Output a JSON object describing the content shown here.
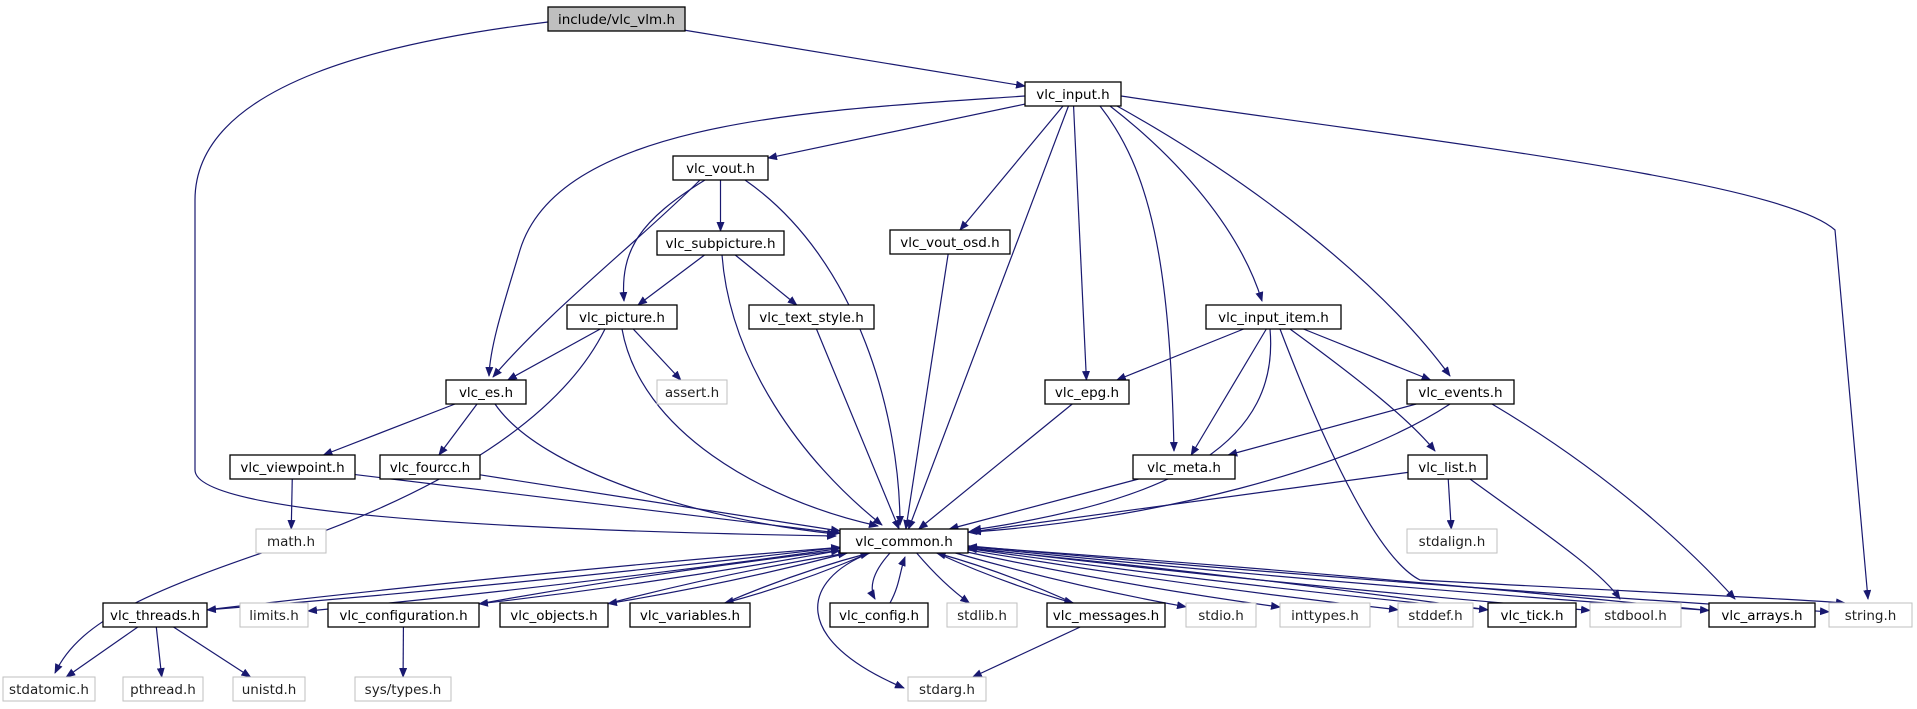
{
  "diagram": {
    "title": "",
    "colors": {
      "edge": "#191970",
      "node_border": "#000000",
      "external_border": "#bfbfbf",
      "root_fill": "#bfbfbf",
      "node_fill": "#ffffff"
    },
    "nodes": [
      {
        "id": "vlc_vlm",
        "label": "include/vlc_vlm.h",
        "kind": "root"
      },
      {
        "id": "vlc_input",
        "label": "vlc_input.h",
        "kind": "header"
      },
      {
        "id": "vlc_vout",
        "label": "vlc_vout.h",
        "kind": "header"
      },
      {
        "id": "vlc_vout_osd",
        "label": "vlc_vout_osd.h",
        "kind": "header"
      },
      {
        "id": "vlc_subpicture",
        "label": "vlc_subpicture.h",
        "kind": "header"
      },
      {
        "id": "vlc_picture",
        "label": "vlc_picture.h",
        "kind": "header"
      },
      {
        "id": "vlc_text_style",
        "label": "vlc_text_style.h",
        "kind": "header"
      },
      {
        "id": "vlc_input_item",
        "label": "vlc_input_item.h",
        "kind": "header"
      },
      {
        "id": "vlc_es",
        "label": "vlc_es.h",
        "kind": "header"
      },
      {
        "id": "assert",
        "label": "assert.h",
        "kind": "external"
      },
      {
        "id": "vlc_epg",
        "label": "vlc_epg.h",
        "kind": "header"
      },
      {
        "id": "vlc_events",
        "label": "vlc_events.h",
        "kind": "header"
      },
      {
        "id": "vlc_viewpoint",
        "label": "vlc_viewpoint.h",
        "kind": "header"
      },
      {
        "id": "vlc_fourcc",
        "label": "vlc_fourcc.h",
        "kind": "header"
      },
      {
        "id": "vlc_meta",
        "label": "vlc_meta.h",
        "kind": "header"
      },
      {
        "id": "vlc_list",
        "label": "vlc_list.h",
        "kind": "header"
      },
      {
        "id": "math",
        "label": "math.h",
        "kind": "external"
      },
      {
        "id": "vlc_common",
        "label": "vlc_common.h",
        "kind": "header"
      },
      {
        "id": "stdalign",
        "label": "stdalign.h",
        "kind": "external"
      },
      {
        "id": "vlc_threads",
        "label": "vlc_threads.h",
        "kind": "header"
      },
      {
        "id": "limits",
        "label": "limits.h",
        "kind": "external"
      },
      {
        "id": "vlc_configuration",
        "label": "vlc_configuration.h",
        "kind": "header"
      },
      {
        "id": "vlc_objects",
        "label": "vlc_objects.h",
        "kind": "header"
      },
      {
        "id": "vlc_variables",
        "label": "vlc_variables.h",
        "kind": "header"
      },
      {
        "id": "vlc_config",
        "label": "vlc_config.h",
        "kind": "header"
      },
      {
        "id": "stdlib",
        "label": "stdlib.h",
        "kind": "external"
      },
      {
        "id": "vlc_messages",
        "label": "vlc_messages.h",
        "kind": "header"
      },
      {
        "id": "stdio",
        "label": "stdio.h",
        "kind": "external"
      },
      {
        "id": "inttypes",
        "label": "inttypes.h",
        "kind": "external"
      },
      {
        "id": "stddef",
        "label": "stddef.h",
        "kind": "external"
      },
      {
        "id": "vlc_tick",
        "label": "vlc_tick.h",
        "kind": "header"
      },
      {
        "id": "stdbool",
        "label": "stdbool.h",
        "kind": "external"
      },
      {
        "id": "vlc_arrays",
        "label": "vlc_arrays.h",
        "kind": "header"
      },
      {
        "id": "string",
        "label": "string.h",
        "kind": "external"
      },
      {
        "id": "stdatomic",
        "label": "stdatomic.h",
        "kind": "external"
      },
      {
        "id": "pthread",
        "label": "pthread.h",
        "kind": "external"
      },
      {
        "id": "unistd",
        "label": "unistd.h",
        "kind": "external"
      },
      {
        "id": "sys_types",
        "label": "sys/types.h",
        "kind": "external"
      },
      {
        "id": "stdarg",
        "label": "stdarg.h",
        "kind": "external"
      }
    ],
    "edges": [
      {
        "from": "vlc_vlm",
        "to": "vlc_input"
      },
      {
        "from": "vlc_vlm",
        "to": "vlc_common"
      },
      {
        "from": "vlc_input",
        "to": "vlc_es"
      },
      {
        "from": "vlc_input",
        "to": "vlc_vout"
      },
      {
        "from": "vlc_input",
        "to": "vlc_vout_osd"
      },
      {
        "from": "vlc_input",
        "to": "vlc_common"
      },
      {
        "from": "vlc_input",
        "to": "vlc_epg"
      },
      {
        "from": "vlc_input",
        "to": "vlc_meta"
      },
      {
        "from": "vlc_input",
        "to": "vlc_input_item"
      },
      {
        "from": "vlc_input",
        "to": "vlc_events"
      },
      {
        "from": "vlc_input",
        "to": "string"
      },
      {
        "from": "vlc_vout",
        "to": "vlc_subpicture"
      },
      {
        "from": "vlc_vout",
        "to": "vlc_picture"
      },
      {
        "from": "vlc_vout",
        "to": "vlc_es"
      },
      {
        "from": "vlc_vout",
        "to": "vlc_common"
      },
      {
        "from": "vlc_subpicture",
        "to": "vlc_picture"
      },
      {
        "from": "vlc_subpicture",
        "to": "vlc_text_style"
      },
      {
        "from": "vlc_subpicture",
        "to": "vlc_common"
      },
      {
        "from": "vlc_vout_osd",
        "to": "vlc_common"
      },
      {
        "from": "vlc_picture",
        "to": "vlc_es"
      },
      {
        "from": "vlc_picture",
        "to": "assert"
      },
      {
        "from": "vlc_picture",
        "to": "vlc_common"
      },
      {
        "from": "vlc_picture",
        "to": "stdatomic"
      },
      {
        "from": "vlc_text_style",
        "to": "vlc_common"
      },
      {
        "from": "vlc_es",
        "to": "vlc_viewpoint"
      },
      {
        "from": "vlc_es",
        "to": "vlc_fourcc"
      },
      {
        "from": "vlc_es",
        "to": "vlc_common"
      },
      {
        "from": "vlc_viewpoint",
        "to": "math"
      },
      {
        "from": "vlc_viewpoint",
        "to": "vlc_common"
      },
      {
        "from": "vlc_fourcc",
        "to": "vlc_common"
      },
      {
        "from": "vlc_input_item",
        "to": "vlc_epg"
      },
      {
        "from": "vlc_input_item",
        "to": "vlc_meta"
      },
      {
        "from": "vlc_input_item",
        "to": "vlc_events"
      },
      {
        "from": "vlc_input_item",
        "to": "vlc_common"
      },
      {
        "from": "vlc_input_item",
        "to": "vlc_list"
      },
      {
        "from": "vlc_input_item",
        "to": "string"
      },
      {
        "from": "vlc_epg",
        "to": "vlc_common"
      },
      {
        "from": "vlc_events",
        "to": "vlc_meta"
      },
      {
        "from": "vlc_events",
        "to": "vlc_common"
      },
      {
        "from": "vlc_events",
        "to": "vlc_arrays"
      },
      {
        "from": "vlc_meta",
        "to": "vlc_common"
      },
      {
        "from": "vlc_list",
        "to": "vlc_common"
      },
      {
        "from": "vlc_list",
        "to": "stdalign"
      },
      {
        "from": "vlc_list",
        "to": "stdbool"
      },
      {
        "from": "vlc_common",
        "to": "vlc_threads"
      },
      {
        "from": "vlc_common",
        "to": "limits"
      },
      {
        "from": "vlc_common",
        "to": "vlc_configuration"
      },
      {
        "from": "vlc_common",
        "to": "vlc_objects"
      },
      {
        "from": "vlc_common",
        "to": "vlc_variables"
      },
      {
        "from": "vlc_common",
        "to": "vlc_config"
      },
      {
        "from": "vlc_common",
        "to": "stdlib"
      },
      {
        "from": "vlc_common",
        "to": "vlc_messages"
      },
      {
        "from": "vlc_common",
        "to": "stdio"
      },
      {
        "from": "vlc_common",
        "to": "inttypes"
      },
      {
        "from": "vlc_common",
        "to": "stddef"
      },
      {
        "from": "vlc_common",
        "to": "vlc_tick"
      },
      {
        "from": "vlc_common",
        "to": "stdbool"
      },
      {
        "from": "vlc_common",
        "to": "vlc_arrays"
      },
      {
        "from": "vlc_common",
        "to": "string"
      },
      {
        "from": "vlc_common",
        "to": "stdarg"
      },
      {
        "from": "vlc_threads",
        "to": "vlc_common"
      },
      {
        "from": "vlc_threads",
        "to": "stdatomic"
      },
      {
        "from": "vlc_threads",
        "to": "pthread"
      },
      {
        "from": "vlc_threads",
        "to": "unistd"
      },
      {
        "from": "vlc_configuration",
        "to": "vlc_common"
      },
      {
        "from": "vlc_configuration",
        "to": "sys_types"
      },
      {
        "from": "vlc_objects",
        "to": "vlc_common"
      },
      {
        "from": "vlc_variables",
        "to": "vlc_common"
      },
      {
        "from": "vlc_config",
        "to": "vlc_common"
      },
      {
        "from": "vlc_messages",
        "to": "vlc_common"
      },
      {
        "from": "vlc_messages",
        "to": "stdarg"
      },
      {
        "from": "vlc_tick",
        "to": "vlc_common"
      },
      {
        "from": "vlc_arrays",
        "to": "vlc_common"
      }
    ]
  }
}
